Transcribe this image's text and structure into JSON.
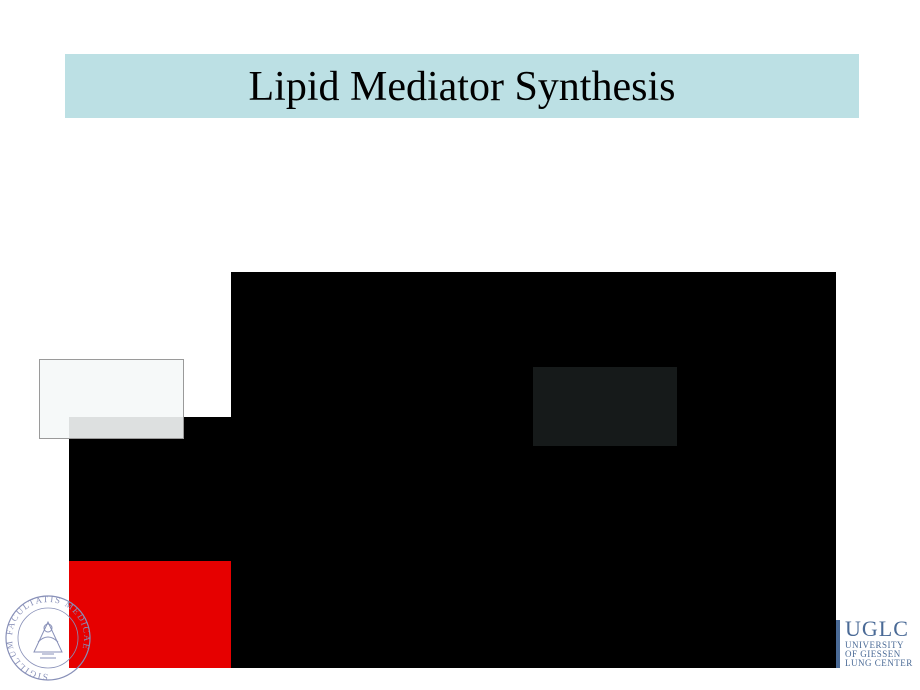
{
  "slide": {
    "title": "Lipid Mediator Synthesis"
  },
  "logos": {
    "left_seal": {
      "icon": "university-seal-icon",
      "ring_text": "SIGILLUM FACULTATIS MEDICAE"
    },
    "right_logo": {
      "main": "UGLC",
      "line1": "UNIVERSITY",
      "line2": "OF GIESSEN",
      "line3": "LUNG CENTER"
    }
  },
  "colors": {
    "title_bar": "#bce0e4",
    "red_block": "#e60000",
    "logo_blue": "#4a6a96"
  }
}
